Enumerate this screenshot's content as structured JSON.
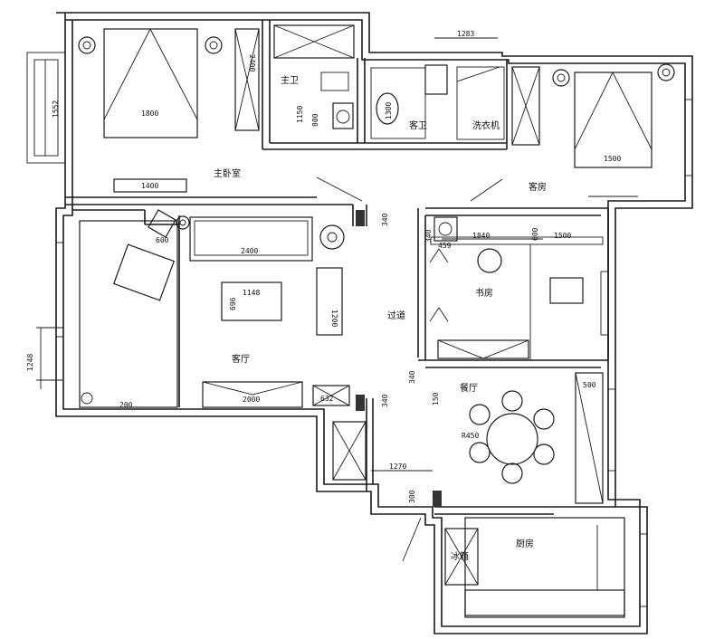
{
  "rooms": {
    "master_bedroom": "主卧室",
    "master_bath": "主卫",
    "guest_bath": "客卫",
    "laundry": "洗衣机",
    "guest_room": "客房",
    "study": "书房",
    "corridor": "过道",
    "living_room": "客厅",
    "dining_room": "餐厅",
    "kitchen": "厨房",
    "fridge": "冰箱"
  },
  "dimensions": {
    "master_bed": "1800",
    "master_wardrobe": "2400",
    "master_window": "1552",
    "master_tv": "1400",
    "master_bath_a": "1150",
    "master_bath_b": "800",
    "guest_bath_a": "1283",
    "guest_bath_b": "1300",
    "guest_bed": "1500",
    "sofa": "2400",
    "coffee_table": "1148",
    "coffee_table_depth": "696",
    "tv_cabinet_living": "1200",
    "chair": "600",
    "living_window": "1248",
    "living_corner": "200",
    "tv_stand": "2000",
    "living_side": "632",
    "wall_a": "340",
    "wall_b": "340",
    "study_desk": "1840",
    "study_shelf": "1500",
    "study_a": "459",
    "study_b": "600",
    "study_c": "340",
    "dining_a": "340",
    "dining_b": "150",
    "dining_c": "500",
    "dining_table": "R450",
    "corridor_len": "1270",
    "kitchen_door": "300"
  }
}
